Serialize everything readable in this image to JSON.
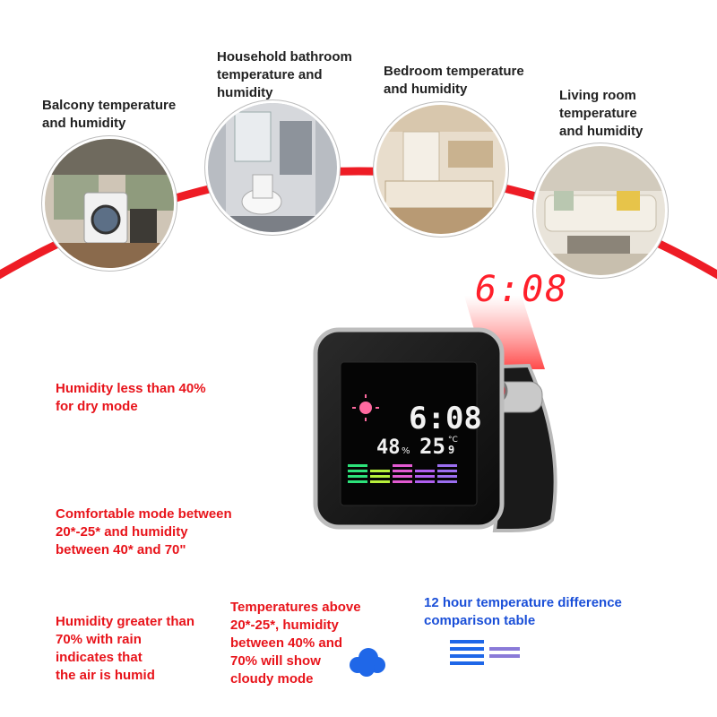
{
  "rooms": [
    {
      "label_lines": [
        "Balcony temperature",
        "and humidity"
      ]
    },
    {
      "label_lines": [
        "Household bathroom",
        "temperature and",
        "humidity"
      ]
    },
    {
      "label_lines": [
        "Bedroom temperature",
        "and humidity"
      ]
    },
    {
      "label_lines": [
        "Living room",
        "temperature",
        "and humidity"
      ]
    }
  ],
  "notes": {
    "dry": [
      "Humidity less than 40%",
      "for dry mode"
    ],
    "comfortable": [
      "Comfortable mode between",
      "20*-25* and humidity",
      "between 40* and 70\""
    ],
    "humid": [
      "Humidity greater than",
      "70% with rain",
      "indicates that",
      "the air is humid"
    ],
    "cloudy": [
      "Temperatures above",
      "20*-25*, humidity",
      "between 40% and",
      "70% will show",
      "cloudy mode"
    ],
    "comparison": [
      "12 hour temperature difference",
      "comparison table"
    ]
  },
  "device": {
    "projected_time": "6:08",
    "lcd_time": "6:08",
    "lcd_humidity": "48",
    "lcd_humidity_unit": "%",
    "lcd_temperature": "25",
    "lcd_temperature_decimal": "9",
    "lcd_temperature_unit": "°C"
  },
  "colors": {
    "accent_red": "#e8141b",
    "blue": "#1a4fd8",
    "arc_red": "#ee1c25"
  }
}
